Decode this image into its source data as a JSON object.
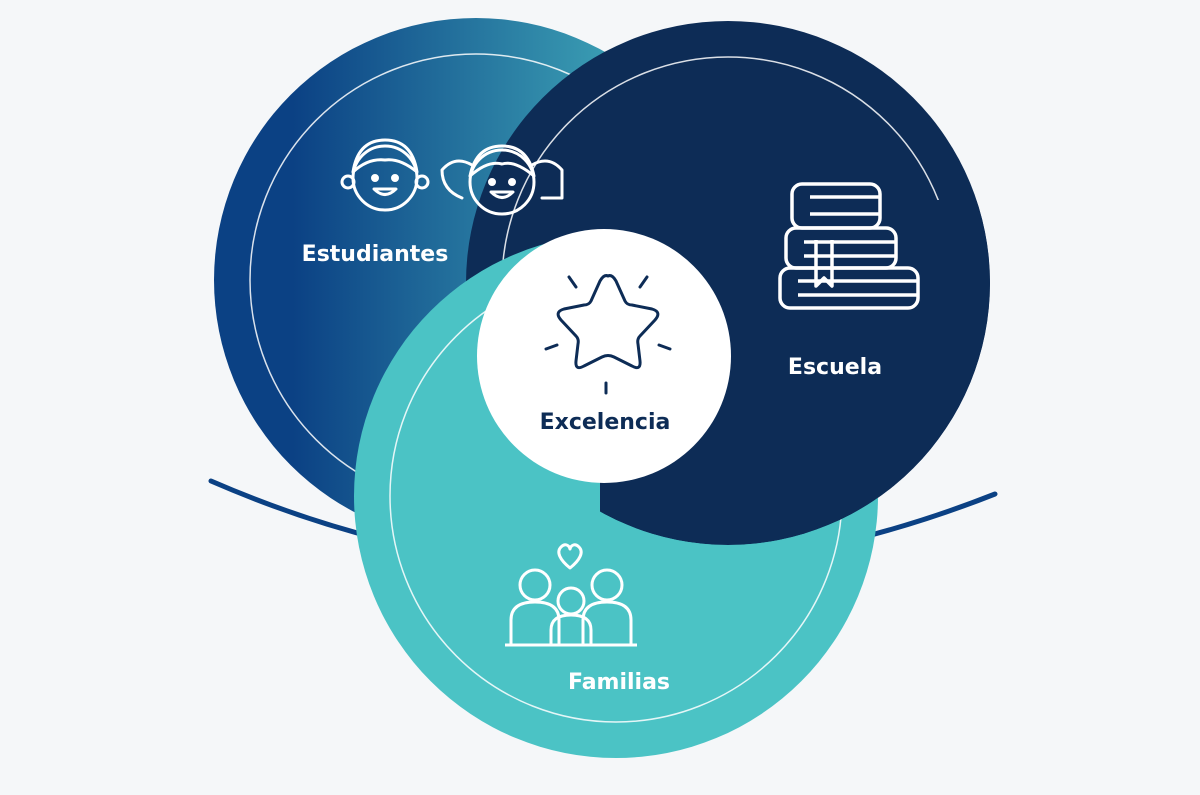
{
  "labels": {
    "students": "Estudiantes",
    "school": "Escuela",
    "families": "Familias",
    "center": "Excelencia"
  },
  "icons": {
    "students": "two-children-faces-icon",
    "school": "stacked-books-icon",
    "families": "family-with-heart-icon",
    "center": "sparkling-star-icon"
  },
  "colors": {
    "background": "#f5f7f9",
    "students_start": "#0b4184",
    "students_end": "#4dc2c6",
    "school": "#0d2c56",
    "families": "#4bc3c5",
    "center_fill": "#ffffff",
    "center_text": "#0d2c56",
    "arc": "#0b4184",
    "icon_stroke": "#ffffff"
  }
}
